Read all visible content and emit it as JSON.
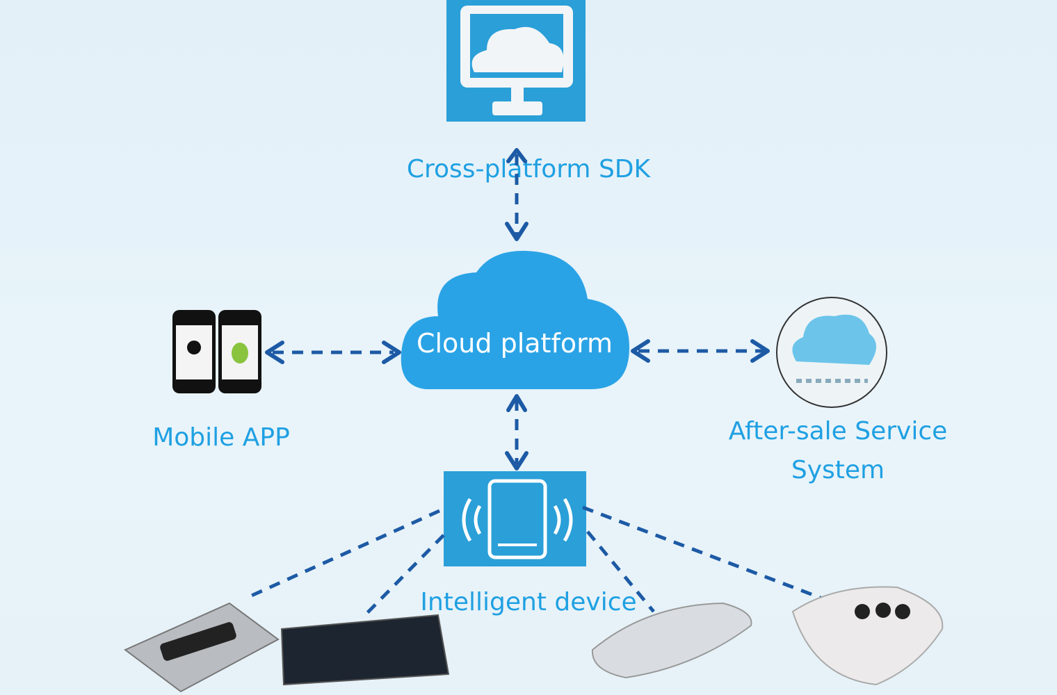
{
  "nodes": {
    "sdk": {
      "label": "Cross-platform SDK",
      "icon": "monitor-cloud-icon"
    },
    "cloud": {
      "label": "Cloud platform",
      "icon": "cloud-icon"
    },
    "mobile": {
      "label": "Mobile APP",
      "icon": "smartphones-icon"
    },
    "aftersale": {
      "label_line1": "After-sale Service",
      "label_line2": "System",
      "icon": "service-cloud-icon"
    },
    "device": {
      "label": "Intelligent device",
      "icon": "wireless-device-icon"
    }
  },
  "colors": {
    "label": "#1fa0e2",
    "box": "#2a9fd8",
    "arrow": "#1d5aa5",
    "background": "#e6f2f9"
  }
}
